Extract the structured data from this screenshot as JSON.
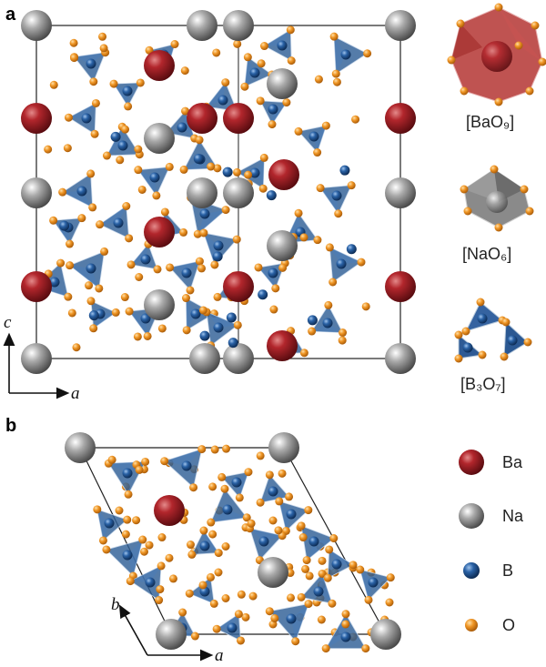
{
  "panel_a": {
    "label": "a",
    "polyhedra": [
      {
        "label": "[BaO9]",
        "kind": "ba-polyhedron",
        "color": "#b0302e"
      },
      {
        "label": "[NaO6]",
        "kind": "na-polyhedron",
        "color": "#6e6e6e"
      },
      {
        "label": "[B3O7]",
        "kind": "b3o7-cluster",
        "color": "#2e5f97"
      }
    ],
    "axes": {
      "vertical": "c",
      "horizontal": "a"
    }
  },
  "panel_b": {
    "label": "b",
    "axes": {
      "first": "b",
      "second": "a"
    }
  },
  "legend": [
    {
      "label": "Ba",
      "color": "#8b1a1e"
    },
    {
      "label": "Na",
      "color": "#8a8a8a"
    },
    {
      "label": "B",
      "color": "#1d4f8a"
    },
    {
      "label": "O",
      "color": "#e08a1a"
    }
  ],
  "colors": {
    "tetrahedron_fill": "#2f5f96",
    "oxygen": "#e8901c",
    "boron": "#1f4f8d",
    "barium": "#8e1b20",
    "sodium": "#8c8c8c",
    "cell_edge": "#222222"
  }
}
